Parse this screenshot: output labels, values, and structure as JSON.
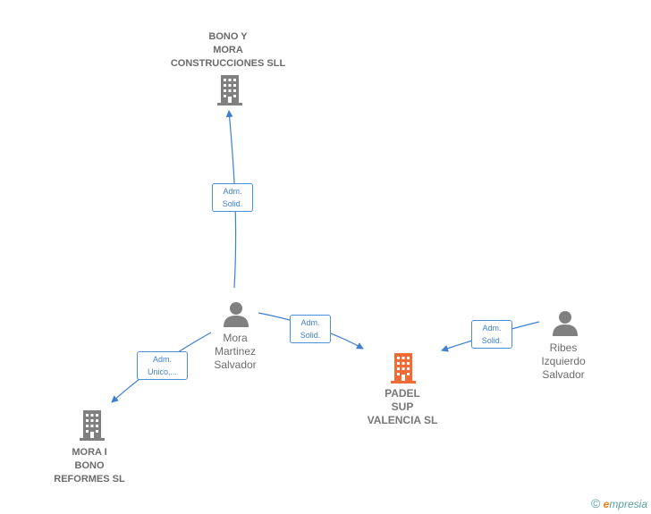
{
  "nodes": {
    "bono_y_mora": {
      "label": "BONO Y\nMORA\nCONSTRUCCIONES SLL",
      "kind": "company",
      "color": "#808080"
    },
    "padel_sup": {
      "label": "PADEL\nSUP\nVALENCIA  SL",
      "kind": "company",
      "color": "#f26b35"
    },
    "mora_i_bono": {
      "label": "MORA I\nBONO\nREFORMES  SL",
      "kind": "company",
      "color": "#808080"
    },
    "mora_martinez": {
      "label": "Mora\nMartinez\nSalvador",
      "kind": "person",
      "color": "#808080"
    },
    "ribes_izquierdo": {
      "label": "Ribes\nIzquierdo\nSalvador",
      "kind": "person",
      "color": "#808080"
    }
  },
  "edges": {
    "e1": {
      "label": "Adm.\nSolid."
    },
    "e2": {
      "label": "Adm.\nSolid."
    },
    "e3": {
      "label": "Adm.\nUnico,..."
    },
    "e4": {
      "label": "Adm.\nSolid."
    }
  },
  "colors": {
    "edge": "#3f7fd0",
    "company": "#808080",
    "focus": "#f26b35"
  },
  "footer": {
    "copyright": "©",
    "brand_initial": "e",
    "brand_rest": "mpresia"
  }
}
